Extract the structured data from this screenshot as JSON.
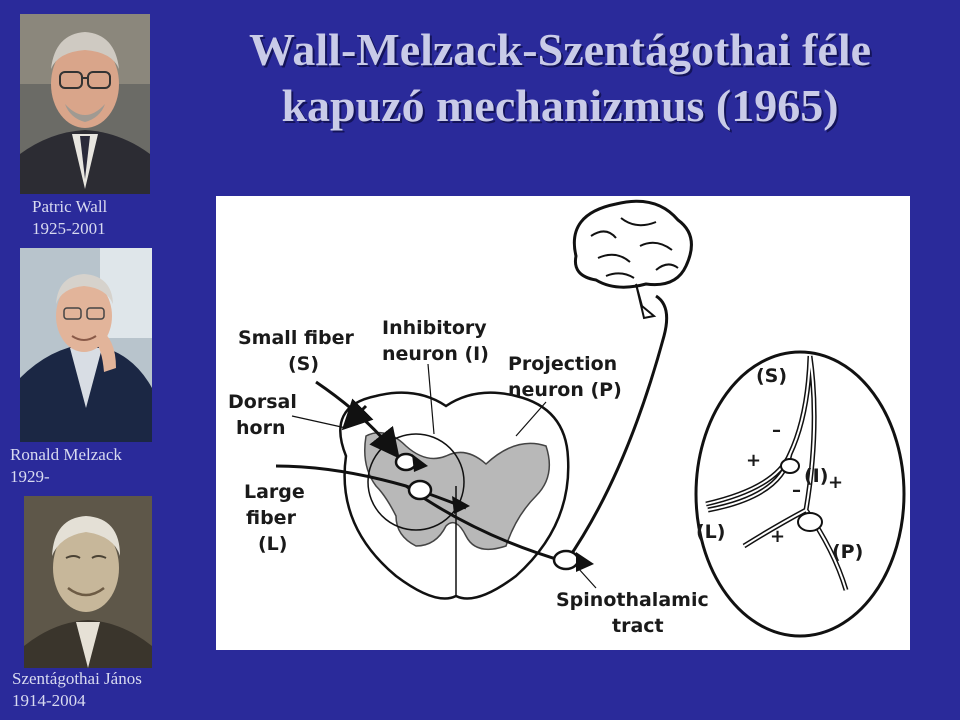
{
  "title": {
    "line1": "Wall-Melzack-Szentágothai féle",
    "line2": "kapuzó mechanizmus (1965)"
  },
  "people": [
    {
      "name": "Patric Wall",
      "years": "1925-2001"
    },
    {
      "name": "Ronald Melzack",
      "years": "1929-"
    },
    {
      "name": "Szentágothai János",
      "years": "1914-2004"
    }
  ],
  "diagram": {
    "small_fiber": [
      "Small fiber",
      "(S)"
    ],
    "inhibitory": [
      "Inhibitory",
      "neuron (I)"
    ],
    "projection": [
      "Projection",
      "neuron (P)"
    ],
    "dorsal_horn": [
      "Dorsal",
      "horn"
    ],
    "large_fiber": [
      "Large",
      "fiber",
      "(L)"
    ],
    "spinothalamic": [
      "Spinothalamic",
      "tract"
    ],
    "inset": {
      "s": "(S)",
      "i": "(I)",
      "l": "(L)",
      "p": "(P)",
      "minus": "–",
      "plus": "+"
    }
  }
}
